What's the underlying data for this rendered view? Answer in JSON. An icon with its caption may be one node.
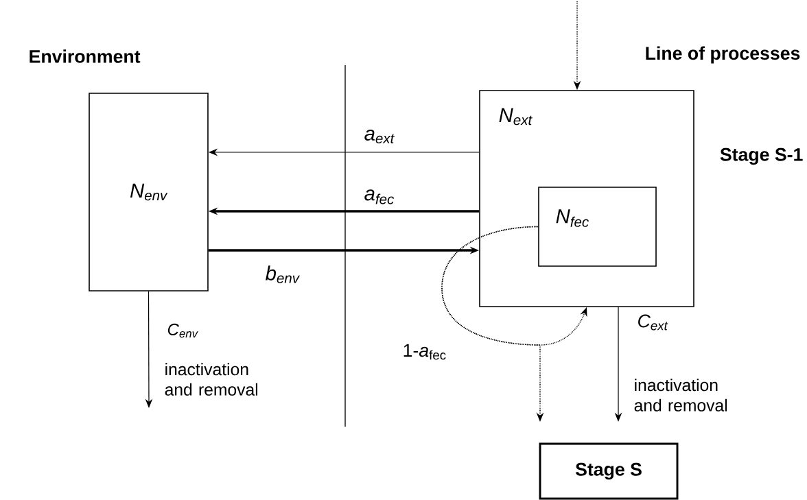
{
  "diagram": {
    "nodes": [
      {
        "text": [
          "N$_{env}$"
        ]
      },
      {
        "text": [
          "N$_{ext}$"
        ],
        "beside": [
          "Stage S-1"
        ]
      },
      {
        "text": [
          "N$_{fec}$"
        ],
        "in": 1
      },
      {
        "text": [
          "Stage S"
        ]
      }
    ],
    "edges": [
      {
        "from": 1,
        "to": 0,
        "arrow": "to",
        "label": "a$_{ext}$"
      },
      {
        "from": 1,
        "to": 0,
        "arrow": "to",
        "label": "a$_{fec}$",
        "style": "thick"
      },
      {
        "from": 0,
        "to": 1,
        "arrow": "to",
        "label": "b$_{env}$",
        "style": "thick"
      },
      {
        "from": 0,
        "to": null,
        "arrow": "to",
        "label": "C$_{env}$"
      },
      {
        "from": 1,
        "to": null,
        "arrow": "to",
        "label": "C$_{ext}$"
      },
      {
        "from": 2,
        "to": 1,
        "arrow": "to",
        "label": "1-*a*$_{fec}$",
        "style": "dashed"
      },
      {
        "from": 2,
        "to": null,
        "arrow": "to",
        "style": "dashed"
      },
      {
        "from": null,
        "to": 1,
        "arrow": "to",
        "style": "dashed"
      }
    ],
    "labels": [
      "Environment",
      "Line of processes",
      "inactivation and removal",
      "inactivation and removal"
    ]
  }
}
